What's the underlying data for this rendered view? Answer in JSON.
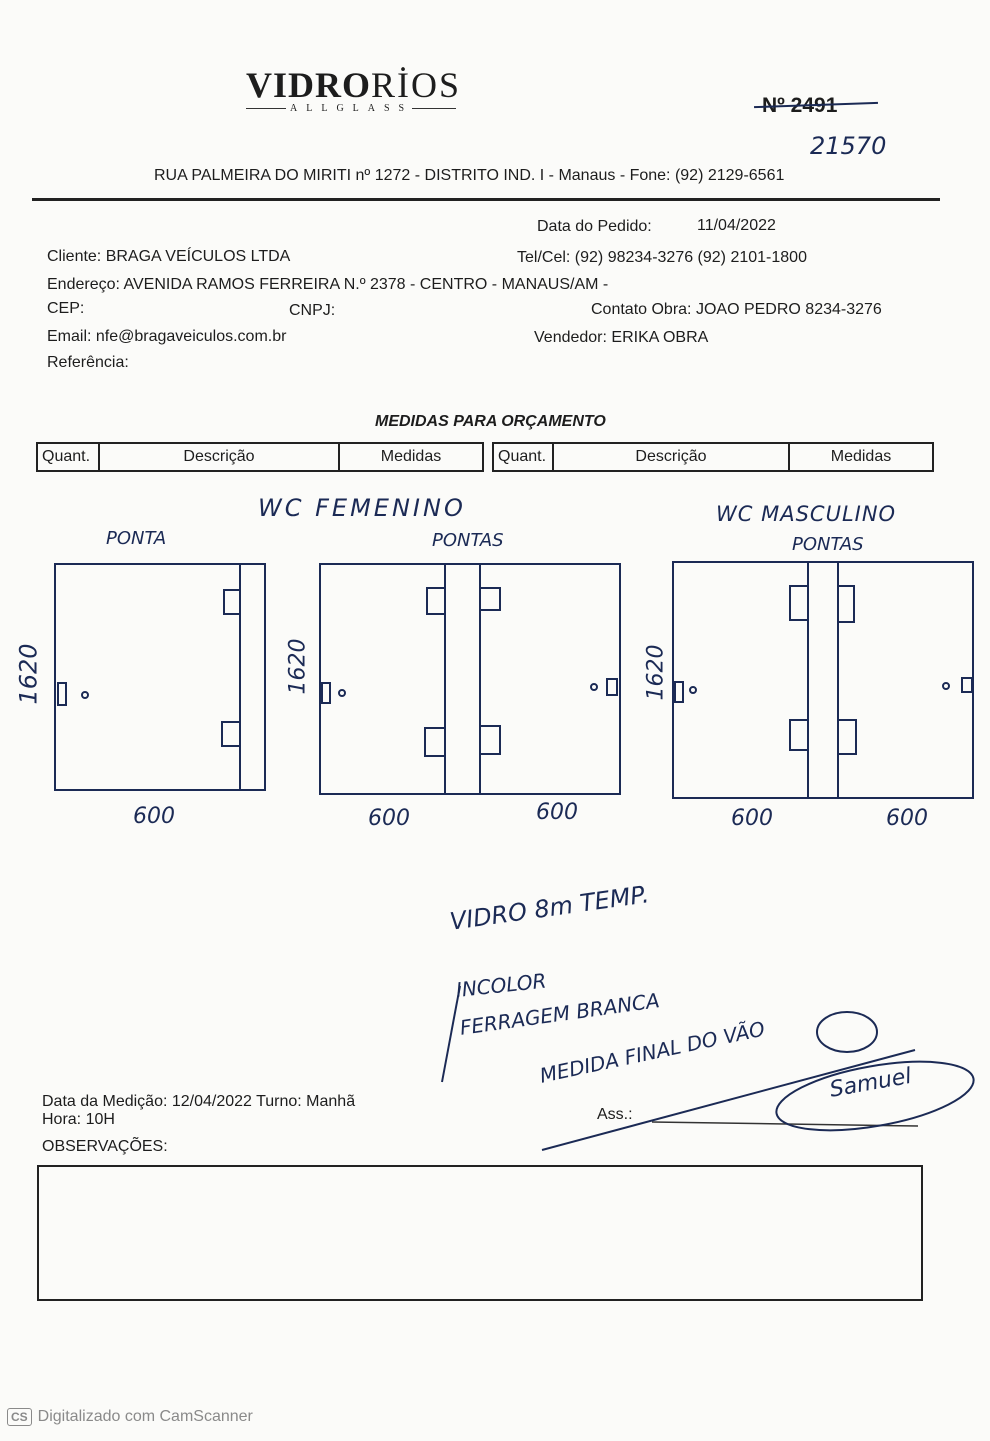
{
  "header": {
    "logo_main_bold": "VIDRO",
    "logo_main_light": "RİOS",
    "logo_sub": "ALLGLASS",
    "doc_number_struck": "Nº 2491",
    "doc_number_handwritten": "21570",
    "address": "RUA PALMEIRA DO MIRITI nº 1272 - DISTRITO IND. I - Manaus - Fone: (92) 2129-6561"
  },
  "order": {
    "date_label": "Data do Pedido:",
    "date_value": "11/04/2022",
    "client": "Cliente: BRAGA VEÍCULOS LTDA",
    "phone": "Tel/Cel: (92) 98234-3276   (92) 2101-1800",
    "address": "Endereço: AVENIDA RAMOS FERREIRA N.º 2378 - CENTRO - MANAUS/AM -",
    "cep": "CEP:",
    "cnpj": "CNPJ:",
    "contact": "Contato Obra: JOAO PEDRO 8234-3276",
    "email": "Email: nfe@bragaveiculos.com.br",
    "seller": "Vendedor: ERIKA OBRA",
    "reference": "Referência:"
  },
  "section_title": "MEDIDAS PARA ORÇAMENTO",
  "table_headers": {
    "qty": "Quant.",
    "desc": "Descrição",
    "measures": "Medidas"
  },
  "sketch": {
    "wc_fem": "WC FEMENINO",
    "wc_masc": "WC MASCULINO",
    "ponta": "PONTA",
    "pontas": "PONTAS",
    "height_1620": "1620",
    "width_600": "600",
    "note1": "VIDRO 8m TEMP.",
    "note2": "INCOLOR",
    "note3": "FERRAGEM BRANCA",
    "note4": "MEDIDA FINAL DO VÃO",
    "signature": "Samuel"
  },
  "footer": {
    "measure_date": "Data da Medição: 12/04/2022  Turno: Manhã",
    "hour": "Hora: 10H",
    "signature_label": "Ass.:",
    "observations": "OBSERVAÇÕES:",
    "scanner": "Digitalizado com CamScanner",
    "scanner_badge": "CS"
  }
}
